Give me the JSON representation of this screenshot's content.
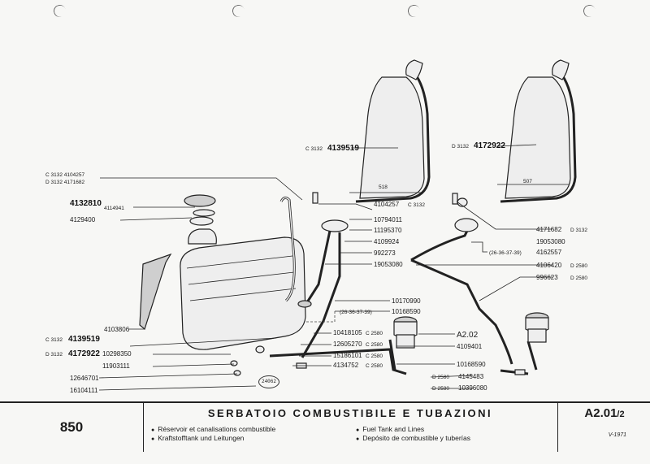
{
  "labels": {
    "c3132_4104257": "C 3132  4104257",
    "d3132_4171682": "D 3132  4171682",
    "p4132810": "4132810",
    "p4114941": "4114941",
    "p4129400": "4129400",
    "p4103806": "4103806",
    "c3132_4139519_left": "C 3132",
    "p4139519_left": "4139519",
    "d3132_4172922_left": "D 3132",
    "p4172922_left": "4172922",
    "p10298350": "10298350",
    "p11903111": "11903111",
    "p12646701": "12646701",
    "p16104111": "16104111",
    "seal": "24062",
    "c3132_top": "C 3132",
    "p4139519_top": "4139519",
    "d3132_top": "D 3132",
    "p4172922_top": "4172922",
    "dim518": "518",
    "dim507": "507",
    "p4104257_mid": "4104257",
    "c3132_mid": "C 3132",
    "p10794011": "10794011",
    "p11195370": "11195370",
    "p4109924": "4109924",
    "p992273": "992273",
    "p19053080_mid": "19053080",
    "p10170990": "10170990",
    "range_mid": "(26-36-37-39)",
    "p10168590_mid": "10168590",
    "p10418105": "10418105",
    "c2580_a": "C 2580",
    "p12605270": "12605270",
    "c2580_b": "C 2580",
    "p15186101": "15186101",
    "c2580_c": "C 2580",
    "p4134752": "4134752",
    "c2580_d": "C 2580",
    "a202": "A2.02",
    "p4109401": "4109401",
    "p10168590_r": "10168590",
    "d2580_a": "D 2580",
    "p4145483": "4145483",
    "d2580_b": "D 2580",
    "p10396080": "10396080",
    "p4171682_r": "4171682",
    "d3132_r": "D 3132",
    "p19053080_r": "19053080",
    "range_r": "(26-36-37-39)",
    "p4162557": "4162557",
    "p4106420": "4106420",
    "d2580_c": "D 2580",
    "p996623": "996623",
    "d2580_d": "D 2580"
  },
  "footer": {
    "model": "850",
    "title": "SERBATOIO COMBUSTIBILE E TUBAZIONI",
    "captions": {
      "fr": "Réservoir et canalisations combustible",
      "de": "Kraftstofftank und Leitungen",
      "en": "Fuel Tank and Lines",
      "es": "Depósito de combustible y tuberías"
    },
    "bullet": "●",
    "code_main": "A2.01",
    "code_sub": "/2",
    "date": "V-1971"
  }
}
